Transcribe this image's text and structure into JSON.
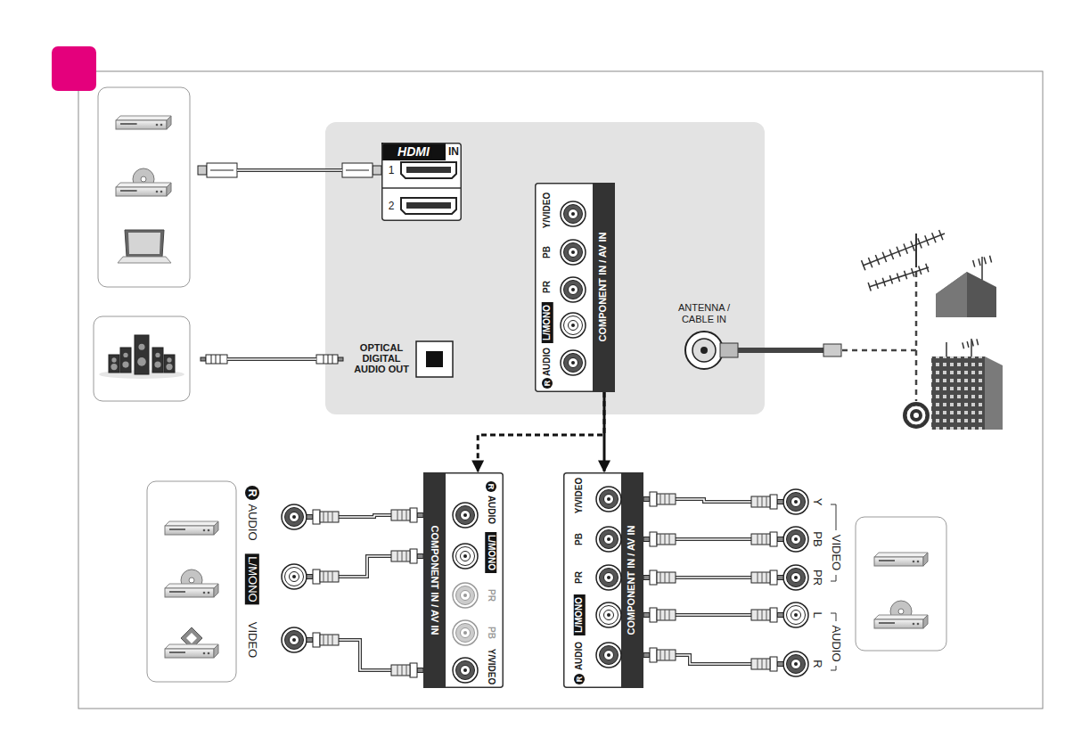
{
  "diagram": {
    "nodes": [
      {
        "text": [
          "OPTICAL DIGITAL AUDIO OUT",
          "ANTENNA / CABLE IN"
        ]
      },
      {
        "text": [
          "HDMI",
          "IN",
          "1",
          "2"
        ],
        "in": 0
      },
      {
        "text": [
          "Y/VIDEO",
          "PB",
          "PR",
          "L/MONO",
          "R",
          "AUDIO",
          "COMPONENT IN / AV IN"
        ],
        "in": 0
      },
      {
        "text": [
          "R",
          "AUDIO",
          "L/MONO",
          "PR",
          "PB",
          "Y/VIDEO",
          "COMPONENT IN / AV IN"
        ]
      },
      {
        "text": [
          "Y/VIDEO",
          "PB",
          "PR",
          "L/MONO",
          "R",
          "AUDIO",
          "COMPONENT IN / AV IN"
        ]
      }
    ],
    "edges": [
      {
        "from": 2,
        "to": 3,
        "arrow": "to"
      },
      {
        "from": 2,
        "to": 4,
        "arrow": "to"
      }
    ],
    "labels": [
      "R",
      "AUDIO",
      "L/MONO",
      "VIDEO",
      "Y",
      "PB",
      "PR",
      "VIDEO",
      "L",
      "R",
      "AUDIO"
    ]
  }
}
